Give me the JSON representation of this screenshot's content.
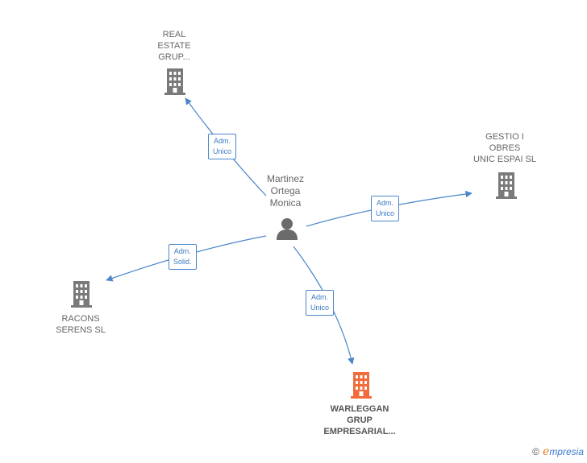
{
  "person": {
    "name_lines": [
      "Martinez",
      "Ortega",
      "Monica"
    ]
  },
  "companies": {
    "real_estate": {
      "name_lines": [
        "REAL",
        "ESTATE",
        "GRUP..."
      ]
    },
    "gestio": {
      "name_lines": [
        "GESTIO I",
        "OBRES",
        "UNIC ESPAI  SL"
      ]
    },
    "racons": {
      "name_lines": [
        "RACONS",
        "SERENS  SL"
      ]
    },
    "warleggan": {
      "name_lines": [
        "WARLEGGAN",
        "GRUP",
        "EMPRESARIAL..."
      ]
    }
  },
  "roles": {
    "real_estate": [
      "Adm.",
      "Unico"
    ],
    "gestio": [
      "Adm.",
      "Unico"
    ],
    "racons": [
      "Adm.",
      "Solid."
    ],
    "warleggan": [
      "Adm.",
      "Unico"
    ]
  },
  "colors": {
    "edge": "#4a86c8",
    "building": "#7a7a7a",
    "building_highlight": "#f26b3a",
    "person": "#6b6b6b"
  },
  "watermark": {
    "copyright": "©",
    "brand_initial": "e",
    "brand_rest": "mpresia"
  }
}
